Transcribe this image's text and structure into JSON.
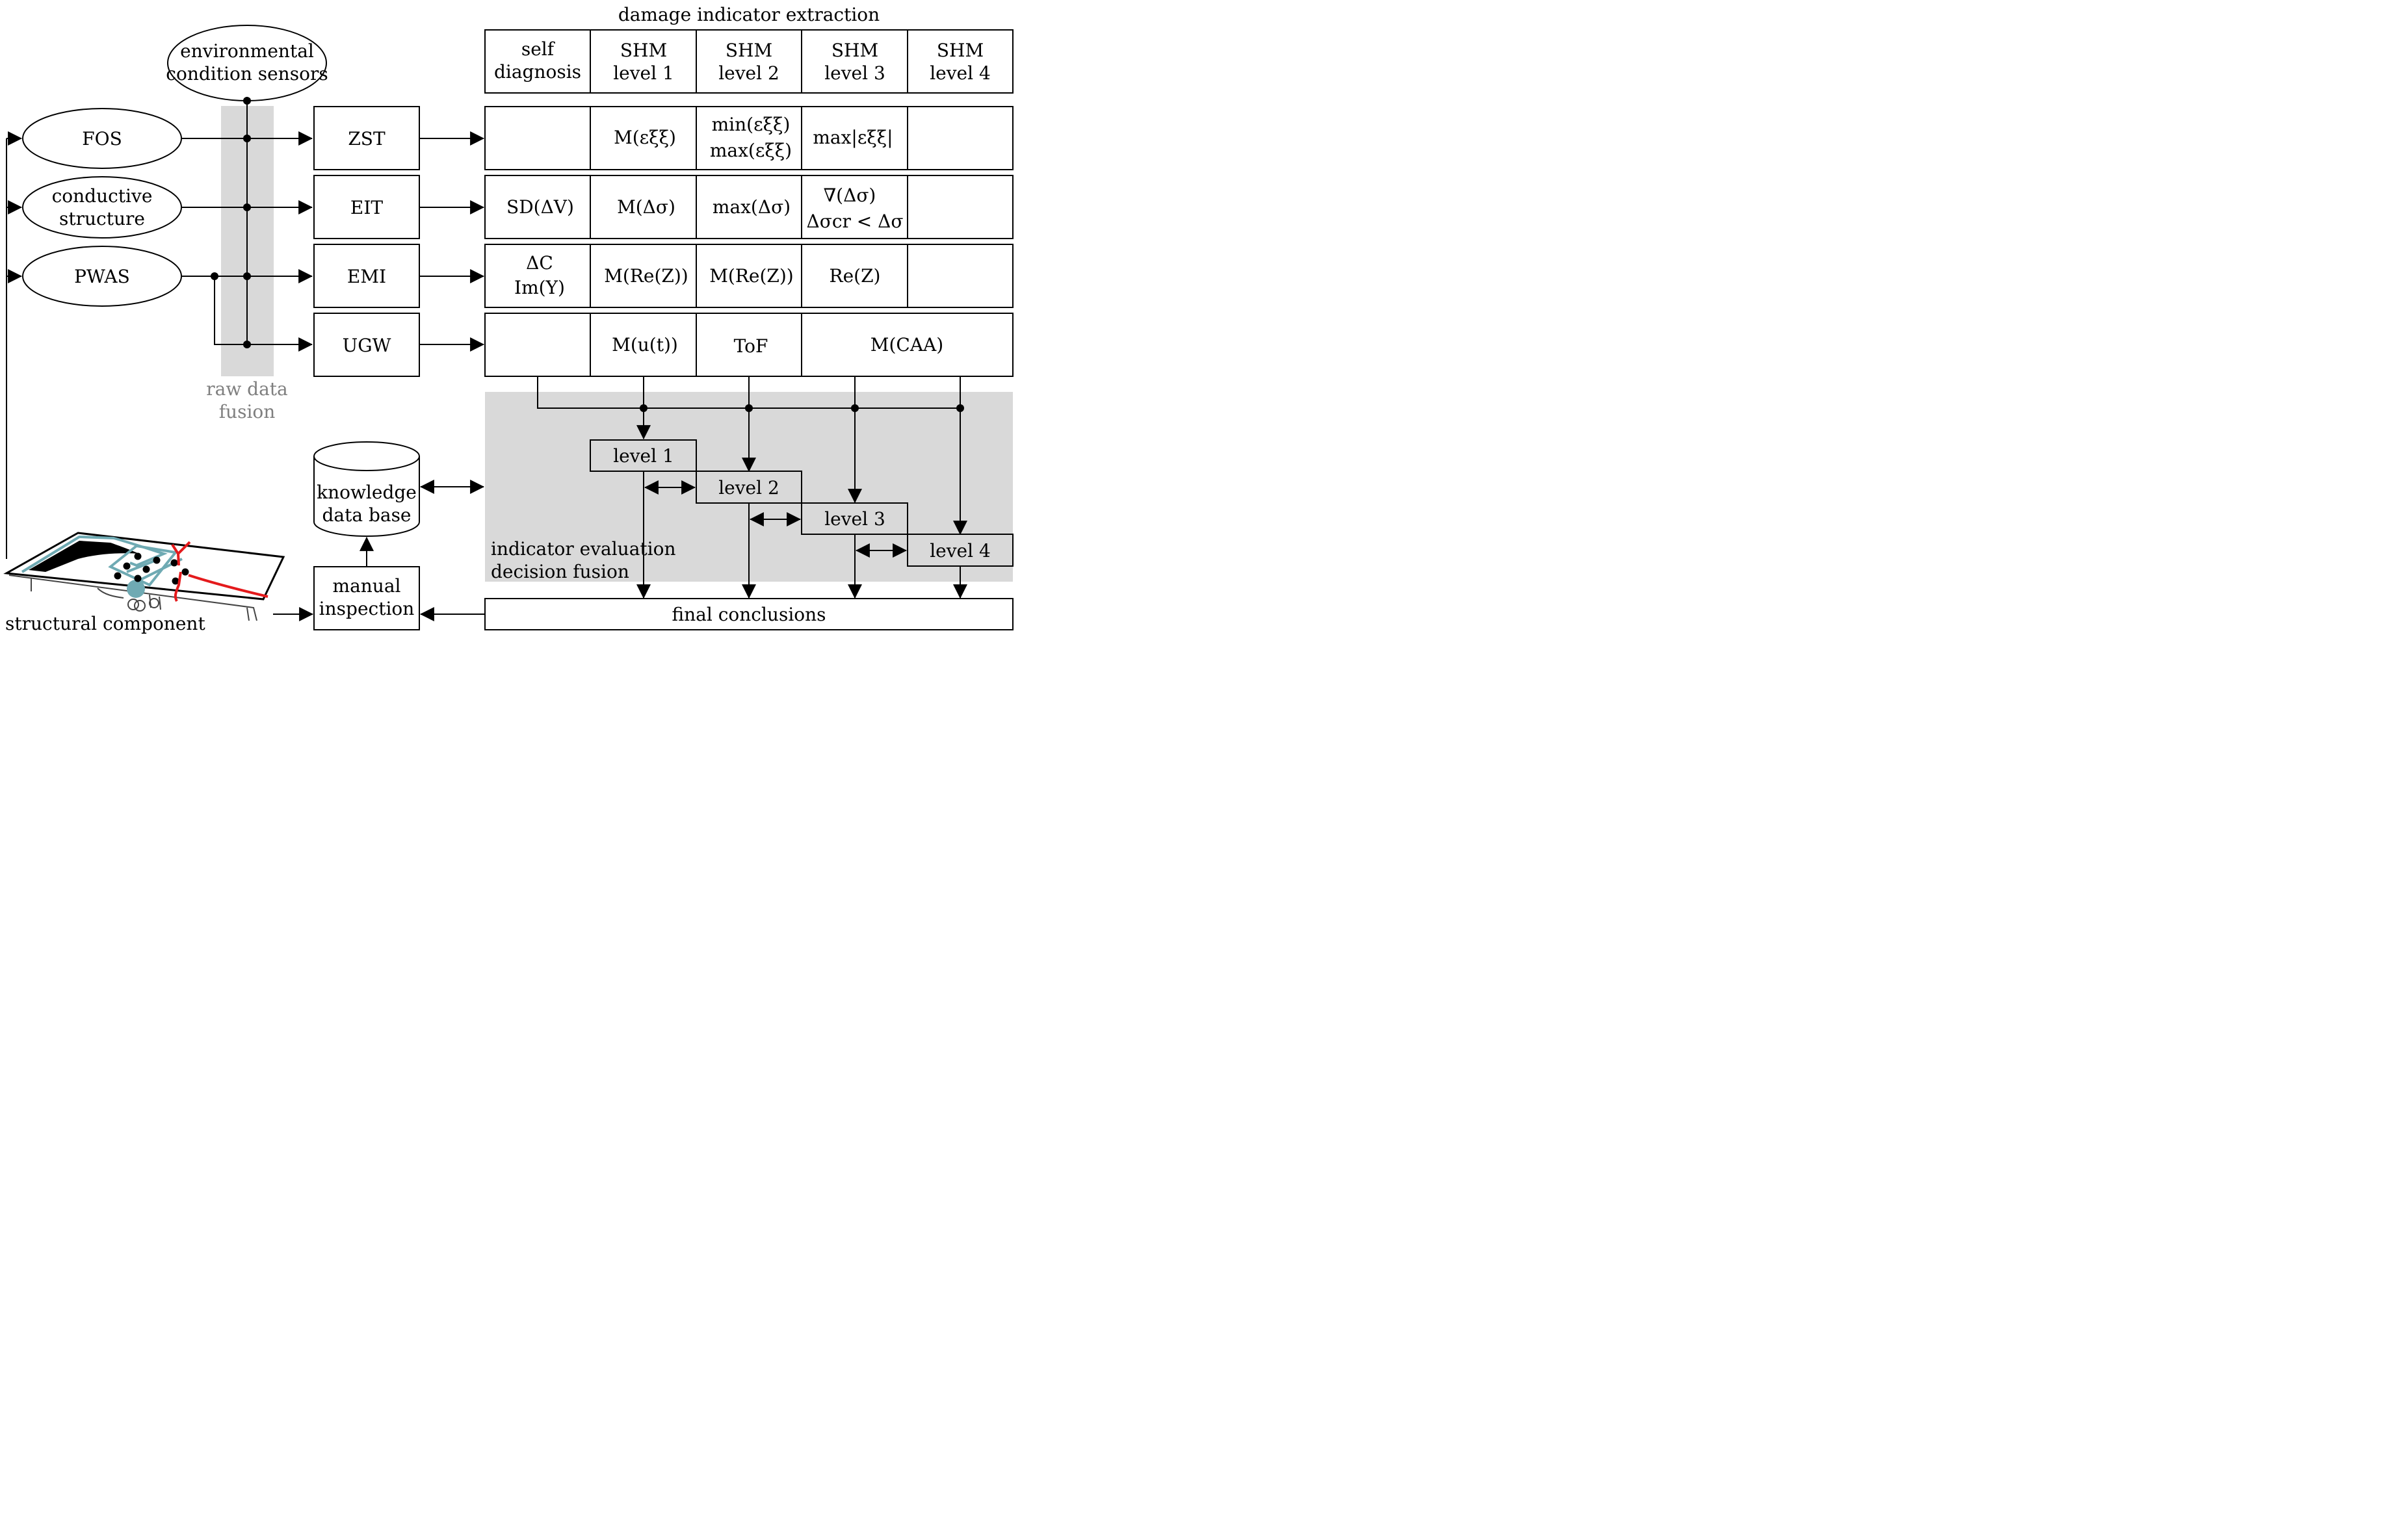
{
  "title": "damage indicator extraction",
  "sensors": [
    "FOS",
    [
      "conductive",
      "structure"
    ],
    "PWAS"
  ],
  "env_sensors": [
    "environmental",
    "condition sensors"
  ],
  "raw_fusion": [
    "raw data",
    "fusion"
  ],
  "methods": [
    "ZST",
    "EIT",
    "EMI",
    "UGW"
  ],
  "columns": [
    [
      "self",
      "diagnosis"
    ],
    [
      "SHM",
      "level 1"
    ],
    [
      "SHM",
      "level 2"
    ],
    [
      "SHM",
      "level 3"
    ],
    [
      "SHM",
      "level 4"
    ]
  ],
  "indicators": {
    "zst": [
      "",
      "M(εξξ)",
      [
        "min(εξξ)",
        "max(εξξ)"
      ],
      "max|εξξ|",
      ""
    ],
    "eit": [
      "SD(ΔV)",
      "M(Δσ)",
      "max(Δσ)",
      [
        "∇(Δσ)",
        "Δσcr < Δσ"
      ],
      ""
    ],
    "emi": [
      [
        "ΔC",
        "Im(Y)"
      ],
      "M(Re(Z))",
      "M(Re(Z))",
      "Re(Z)",
      ""
    ],
    "ugw": [
      "",
      "M(u(t))",
      "ToF",
      "M(CAA)"
    ]
  },
  "eval_levels": [
    "level 1",
    "level 2",
    "level 3",
    "level 4"
  ],
  "eval_caption": [
    "indicator evaluation",
    "decision fusion"
  ],
  "knowledge_db": [
    "knowledge",
    "data base"
  ],
  "manual_inspection": [
    "manual",
    "inspection"
  ],
  "final_conclusions": "final conclusions",
  "structural_component": "structural component",
  "colors": {
    "shade": "#d9d9d9",
    "sensor_line": "#6faab3",
    "damage": "#e41a1c"
  }
}
